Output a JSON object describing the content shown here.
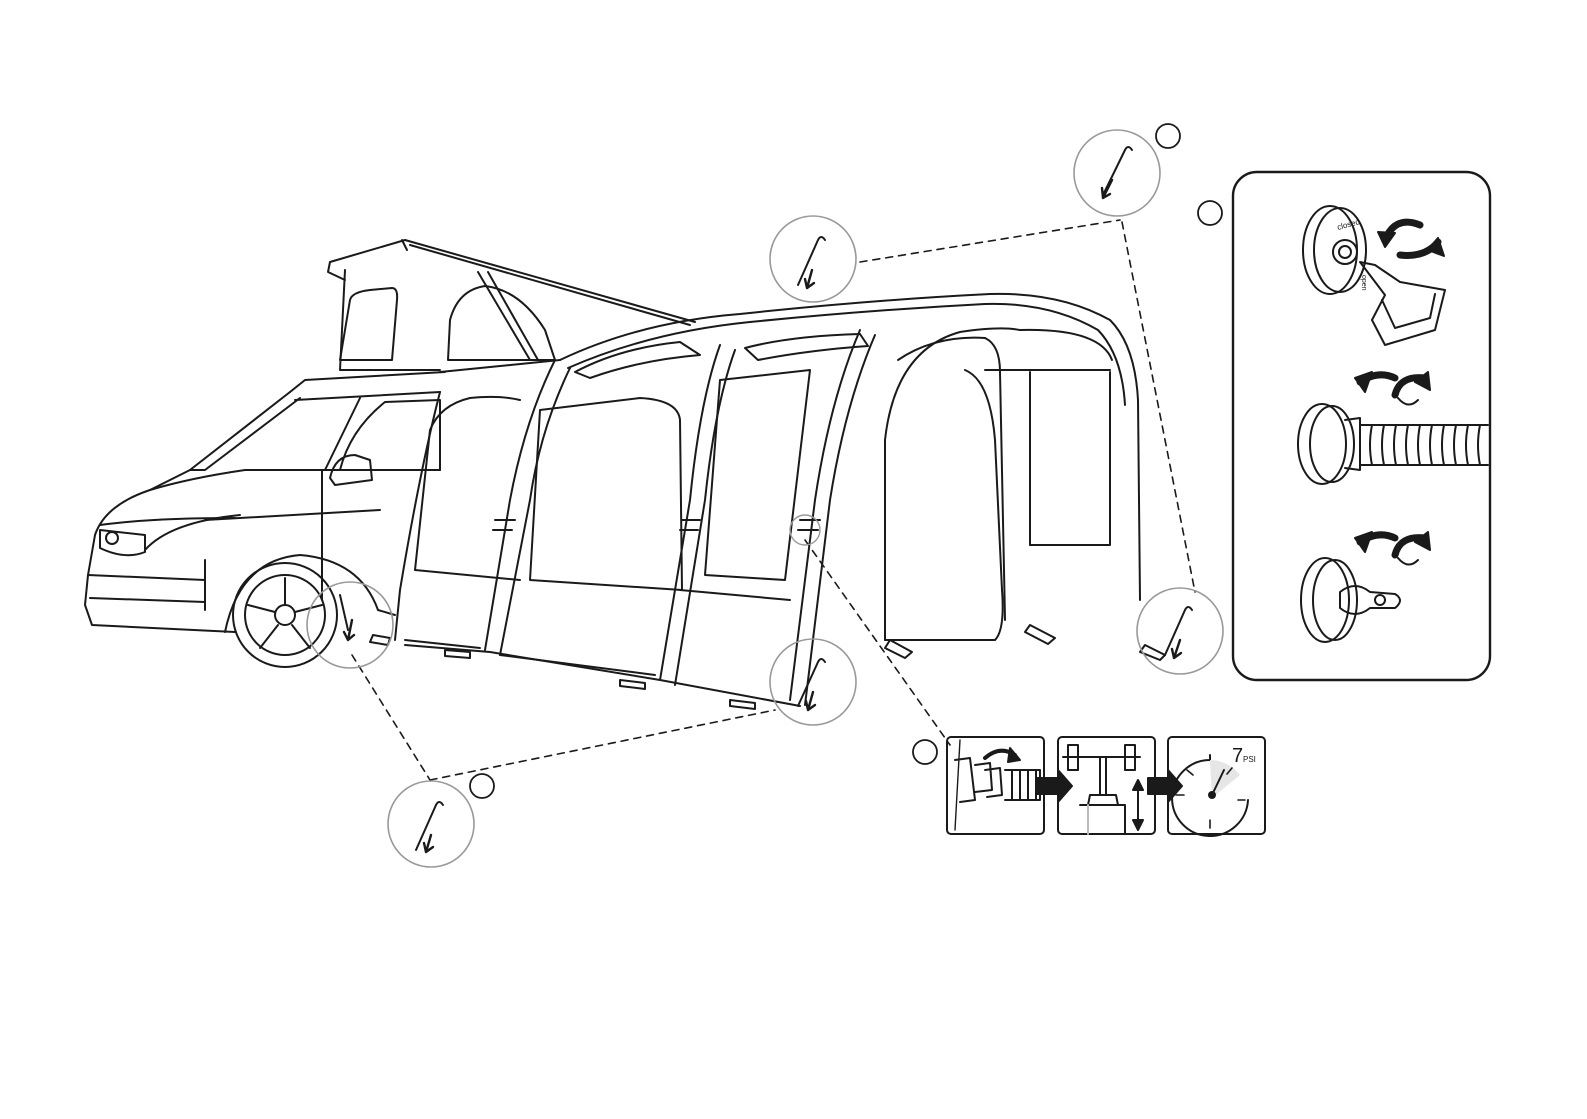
{
  "gauge": {
    "value": "7",
    "unit": "PSI"
  },
  "valve_cap": {
    "label_top": "closed",
    "label_side": "open"
  },
  "colors": {
    "line": "#1a1a1a",
    "peg_circle": "#999999",
    "background": "#ffffff"
  },
  "callouts": {
    "peg_steps": [
      "peg-top-right",
      "peg-upper-middle",
      "peg-right-rear",
      "peg-front-wheel",
      "peg-middle-front",
      "peg-bottom-left"
    ],
    "valve_steps": [
      "open-valve-turn",
      "attach-pump-hose",
      "close-valve-cap"
    ],
    "inflate_steps": [
      "attach-pump",
      "pump-stroke",
      "pressure-gauge"
    ]
  }
}
